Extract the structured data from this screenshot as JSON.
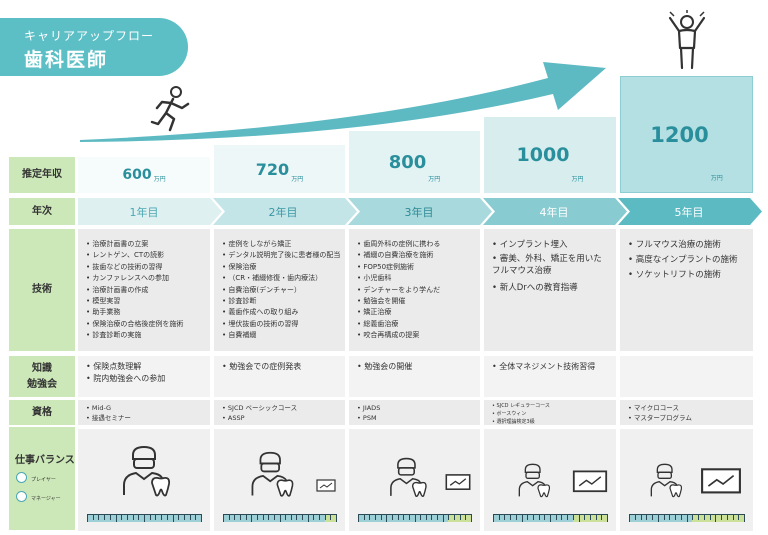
{
  "header": {
    "subtitle": "キャリアアップフロー",
    "title": "歯科医師"
  },
  "row_labels": {
    "salary": "推定年収",
    "year": "年次",
    "skills": "技術",
    "knowledge_1": "知識",
    "knowledge_2": "勉強会",
    "qualification": "資格",
    "balance": "仕事バランス",
    "legend_player": "プレイヤー",
    "legend_manager": "マネージャー"
  },
  "unit": "万円",
  "columns": [
    {
      "salary": "600",
      "year": "1年目",
      "skills": [
        "治療計画書の立案",
        "レントゲン、CTの読影",
        "抜歯などの技術の習得",
        "カンファレンスへの参加",
        "治療計画書の作成",
        "模型実習",
        "助手業務",
        "保険治療の合格後症例を施術",
        "診査診断の実施"
      ],
      "knowledge": [
        "保険点数理解",
        "院内勉強会への参加"
      ],
      "qualification": [
        "Mid-G",
        "接遇セミナー"
      ],
      "player_ratio": 1.0
    },
    {
      "salary": "720",
      "year": "2年目",
      "skills": [
        "症例をしながら矯正",
        "デンタル説明完了後に患者様の配当",
        "保険治療",
        "（CR・補綴修復・歯内療法）",
        "自費治療(デンチャー）",
        "診査診断",
        "義歯作成への取り組み",
        "埋伏抜歯の技術の習得",
        "自費補綴"
      ],
      "knowledge": [
        "勉強会での症例発表"
      ],
      "qualification": [
        "SJCD ベーシックコース",
        "ASSP"
      ],
      "player_ratio": 0.9
    },
    {
      "salary": "800",
      "year": "3年目",
      "skills": [
        "歯周外科の症例に携わる",
        "補綴の自費治療を施術",
        "FOP50症例施術",
        "小児歯科",
        "デンチャーをより学んだ",
        "勉強会を開催",
        "矯正治療",
        "総義歯治療",
        "咬合再構成の提案"
      ],
      "knowledge": [
        "勉強会の開催"
      ],
      "qualification": [
        "JIADS",
        "PSM"
      ],
      "player_ratio": 0.8
    },
    {
      "salary": "1000",
      "year": "4年目",
      "skills": [
        "インプラント埋入",
        "審美、外科、矯正を用いたフルマウス治療",
        "新人Drへの教育指導"
      ],
      "knowledge": [
        "全体マネジメント技術習得"
      ],
      "qualification": [
        "SJCD レギュラーコース",
        "ボースウィン",
        "選択理論検定3級"
      ],
      "player_ratio": 0.7
    },
    {
      "salary": "1200",
      "year": "5年目",
      "skills": [
        "フルマウス治療の施術",
        "高度なインプラントの施術",
        "ソケットリフトの施術"
      ],
      "knowledge": [],
      "qualification": [
        "マイクロコース",
        "マスタープログラム"
      ],
      "player_ratio": 0.55
    }
  ]
}
